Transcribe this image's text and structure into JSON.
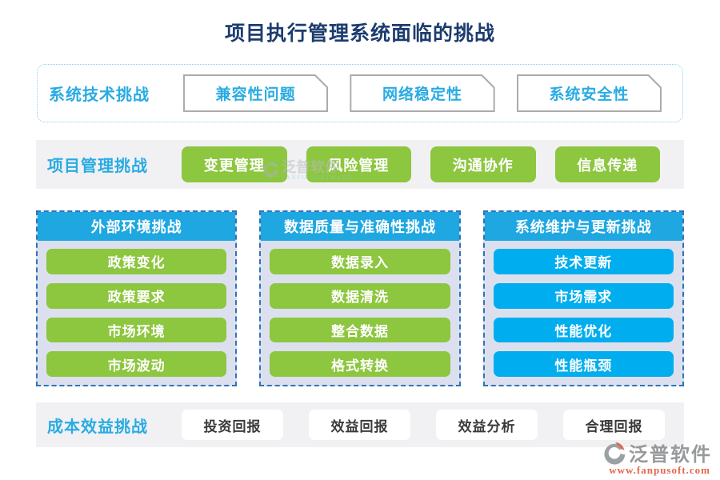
{
  "title": "项目执行管理系统面临的挑战",
  "colors": {
    "title_navy": "#1c3c6e",
    "label_blue": "#29abe2",
    "header_cyan": "#1ea7e1",
    "button_green": "#8dc63f",
    "button_cyan": "#00aeef",
    "bar_gray": "#f1f1f4",
    "column_body": "#dce0ee",
    "dashed_border": "#2e74b5",
    "logo_orange": "#e2674e"
  },
  "sections": {
    "tech": {
      "label": "系统技术挑战",
      "items": [
        "兼容性问题",
        "网络稳定性",
        "系统安全性"
      ]
    },
    "pm": {
      "label": "项目管理挑战",
      "items": [
        "变更管理",
        "风险管理",
        "沟通协作",
        "信息传递"
      ]
    },
    "columns": [
      {
        "header": "外部环境挑战",
        "items": [
          "政策变化",
          "政策要求",
          "市场环境",
          "市场波动"
        ]
      },
      {
        "header": "数据质量与准确性挑战",
        "items": [
          "数据录入",
          "数据清洗",
          "整合数据",
          "格式转换"
        ]
      },
      {
        "header": "系统维护与更新挑战",
        "items": [
          "技术更新",
          "市场需求",
          "性能优化",
          "性能瓶颈"
        ]
      }
    ],
    "cost": {
      "label": "成本效益挑战",
      "items": [
        "投资回报",
        "效益回报",
        "效益分析",
        "合理回报"
      ]
    }
  },
  "watermark": {
    "name": "泛普软件",
    "sub": "FANPU SOFTWARE"
  },
  "footer": {
    "brand": "泛普软件",
    "url": "www.fanpusoft.com"
  }
}
